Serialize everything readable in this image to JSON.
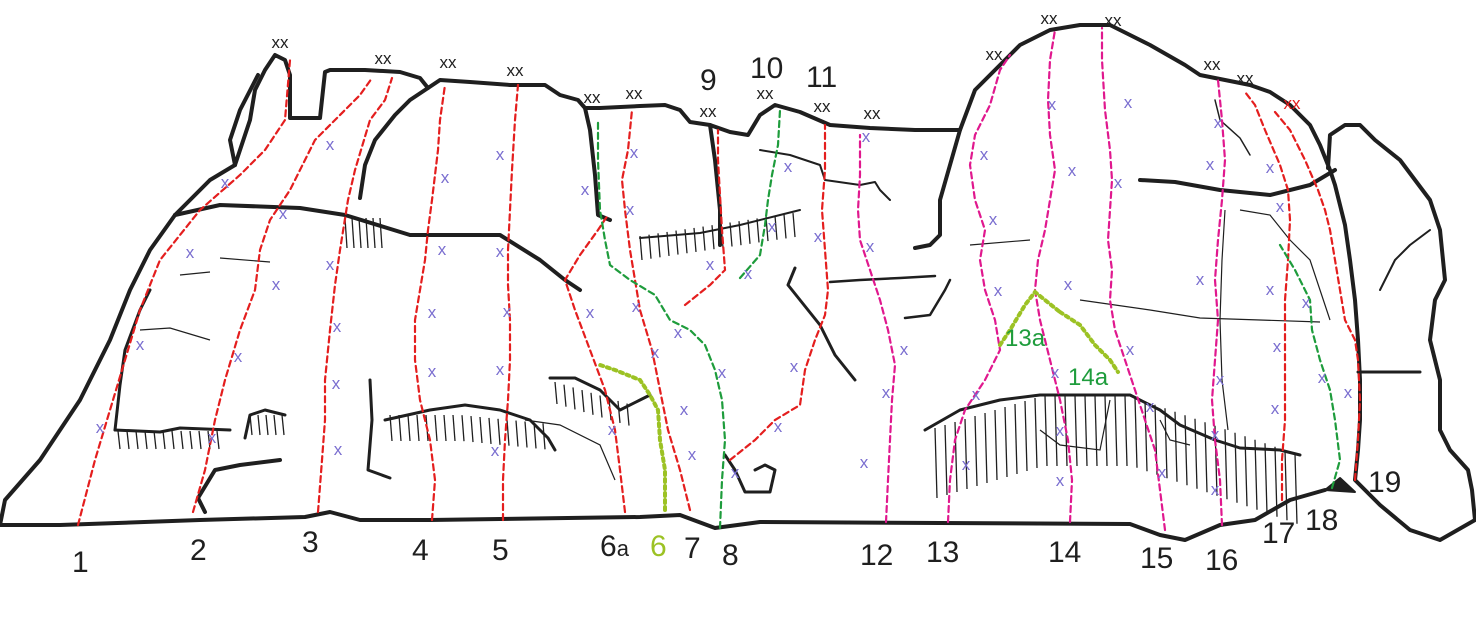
{
  "colors": {
    "rock": "#1f1f1f",
    "route_red": "#e41e1e",
    "route_magenta": "#e0188e",
    "route_green": "#1e9c3c",
    "variant_lime": "#9cc224",
    "bolt": "#7b6fd0",
    "anchor_red": "#e41e1e",
    "label": "#1f1f1f",
    "variant_label": "#1e9c3c"
  },
  "icons": {
    "bolt": "x-bolt-icon",
    "anchor": "xx-anchor-icon"
  },
  "labels": {
    "r1": "1",
    "r2": "2",
    "r3": "3",
    "r4": "4",
    "r5": "5",
    "r6a_main": "6",
    "r6a_sub": "a",
    "r6": "6",
    "r7": "7",
    "r8": "8",
    "r9": "9",
    "r10": "10",
    "r11": "11",
    "r12": "12",
    "r13": "13",
    "r13a": "13a",
    "r14": "14",
    "r14a": "14a",
    "r15": "15",
    "r16": "16",
    "r17": "17",
    "r18": "18",
    "r19": "19"
  },
  "anchor_text": "xx",
  "bolt_text": "x"
}
